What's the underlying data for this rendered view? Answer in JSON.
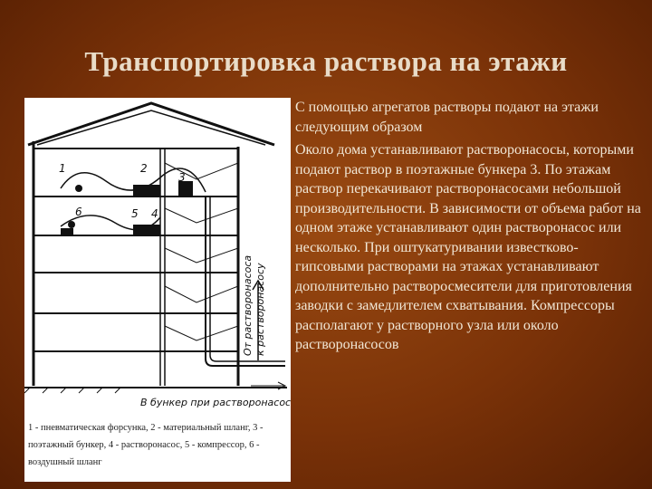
{
  "slide": {
    "title": "Транспортировка раствора на этажи"
  },
  "figure": {
    "labels": {
      "n1": "1",
      "n2": "2",
      "n3": "3",
      "n4": "4",
      "n5": "5",
      "n6": "6",
      "vertical_line1": "От растворонасоса",
      "vertical_line2": "к растворонасосу",
      "bottom": "В бункер при растворонасосе"
    },
    "caption": "1 - пневматическая форсунка, 2 - материальный шланг, 3 - поэтажный бункер, 4 - растворонасос, 5 - компрессор, 6 - воздушный шланг"
  },
  "body": {
    "paragraph1": "С помощью агрегатов растворы подают на этажи следующим образом",
    "paragraph2": "Около дома устанавливают растворонасосы, которыми подают раствор в поэтажные бункера 3. По этажам раствор перекачивают растворонасосами небольшой производительности. В зависимости от объема работ на одном этаже устанавливают один растворонасос или несколько. При оштукатуривании известково-гипсовыми растворами на этажах устанавливают дополнительно растворосмесители для приготовления заводки с замедлителем схватывания. Компрессоры располагают у растворного узла или около растворонасосов"
  },
  "colors": {
    "background": "#7a3208",
    "title": "#e9dcc8",
    "body_text": "#f1e7d6"
  }
}
